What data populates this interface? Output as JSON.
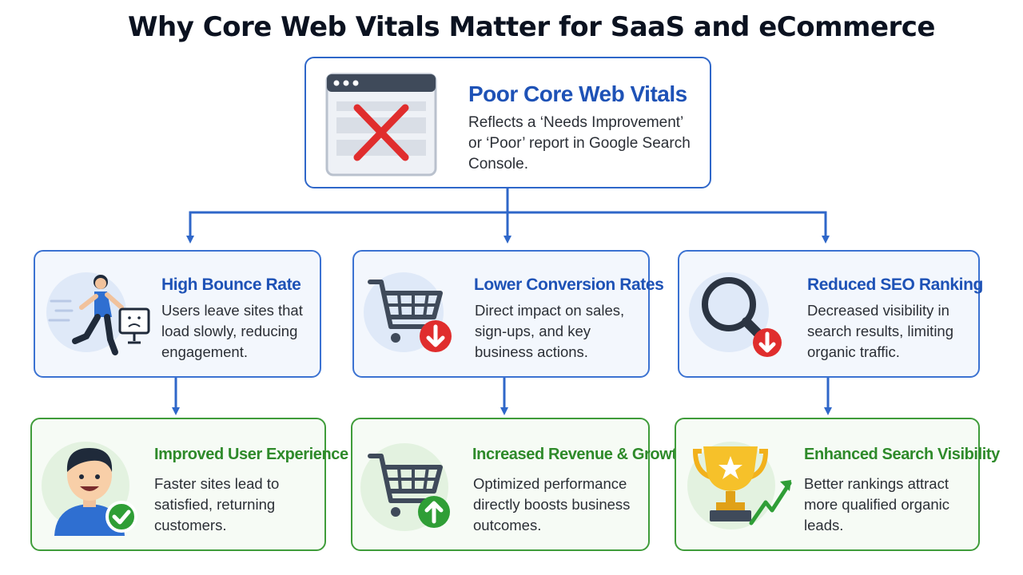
{
  "title": "Why Core Web Vitals Matter for SaaS and eCommerce",
  "top": {
    "title": "Poor Core Web Vitals",
    "desc": "Reflects a ‘Needs Improvement’ or ‘Poor’ report in Google Search Console.",
    "icon": "browser-error-icon"
  },
  "problems": [
    {
      "title": "High Bounce Rate",
      "desc": "Users leave sites that load slowly, reducing engagement.",
      "icon": "running-person-icon"
    },
    {
      "title": "Lower Conversion Rates",
      "desc": "Direct impact on sales, sign-ups, and key business actions.",
      "icon": "cart-down-icon"
    },
    {
      "title": "Reduced SEO Ranking",
      "desc": "Decreased visibility in search results, limiting organic traffic.",
      "icon": "magnifier-down-icon"
    }
  ],
  "outcomes": [
    {
      "title": "Improved User Experience",
      "desc": "Faster sites lead to satisfied, returning customers.",
      "icon": "happy-user-icon"
    },
    {
      "title": "Increased Revenue & Growth",
      "desc": "Optimized performance directly boosts business outcomes.",
      "icon": "cart-up-icon"
    },
    {
      "title": "Enhanced Search Visibility",
      "desc": "Better rankings attract more qualified organic leads.",
      "icon": "trophy-growth-icon"
    }
  ],
  "colors": {
    "blue_accent": "#1e52b6",
    "blue_border": "#3b72d2",
    "green_accent": "#2e8a2a",
    "green_border": "#3f9c3a",
    "error_red": "#e02d2d",
    "success_green": "#2f9e36"
  }
}
